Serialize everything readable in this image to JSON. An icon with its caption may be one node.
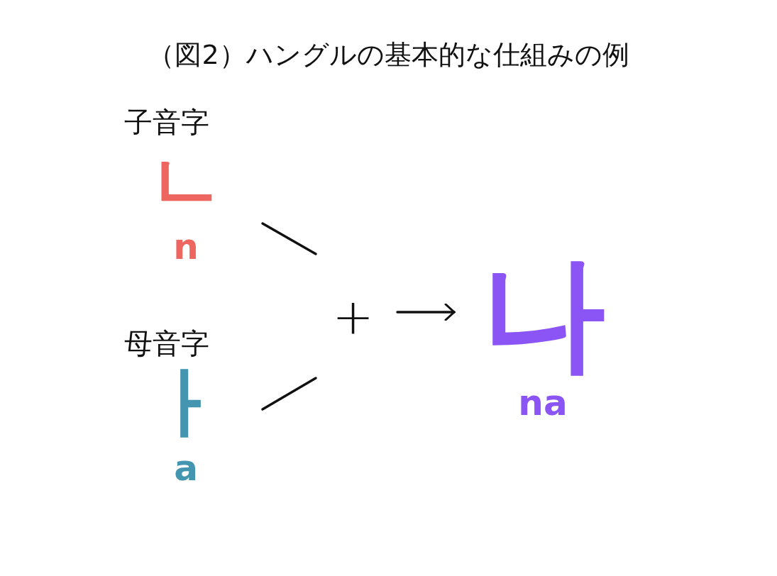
{
  "diagram": {
    "title": "（図2）ハングルの基本的な仕組みの例",
    "nodes": [
      {
        "text": [
          "子音字",
          "ㄴ",
          "n"
        ]
      },
      {
        "text": [
          "母音字",
          "ㅏ",
          "a"
        ]
      },
      {
        "text": [
          "+"
        ]
      },
      {
        "text": [
          "나",
          "na"
        ]
      }
    ],
    "edges": [
      {
        "from": 0,
        "to": 2,
        "arrow": "none"
      },
      {
        "from": 1,
        "to": 2,
        "arrow": "none"
      },
      {
        "from": 2,
        "to": 3,
        "arrow": "to"
      }
    ]
  }
}
